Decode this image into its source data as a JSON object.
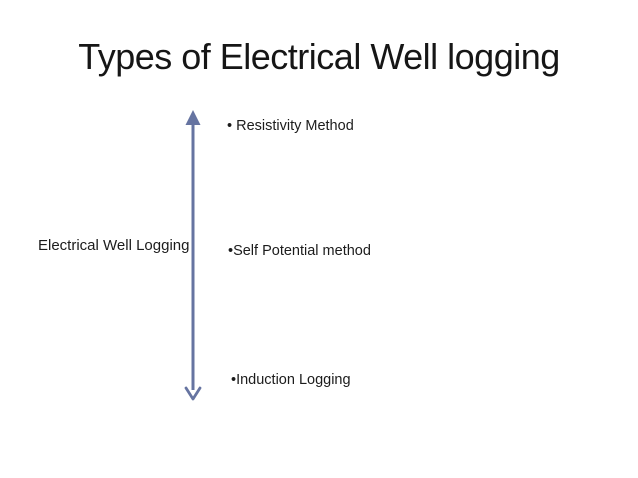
{
  "slide": {
    "title": "Types of Electrical Well logging",
    "source_label": "Electrical Well Logging",
    "methods": [
      "• Resistivity Method",
      "•Self Potential method",
      "•Induction Logging"
    ],
    "arrow": {
      "description": "vertical double-headed arrow linking source label to methods",
      "color": "#6674A1"
    },
    "colors": {
      "background": "#FFFFFF",
      "title_text": "#161616",
      "body_text": "#1C1C1C"
    }
  }
}
